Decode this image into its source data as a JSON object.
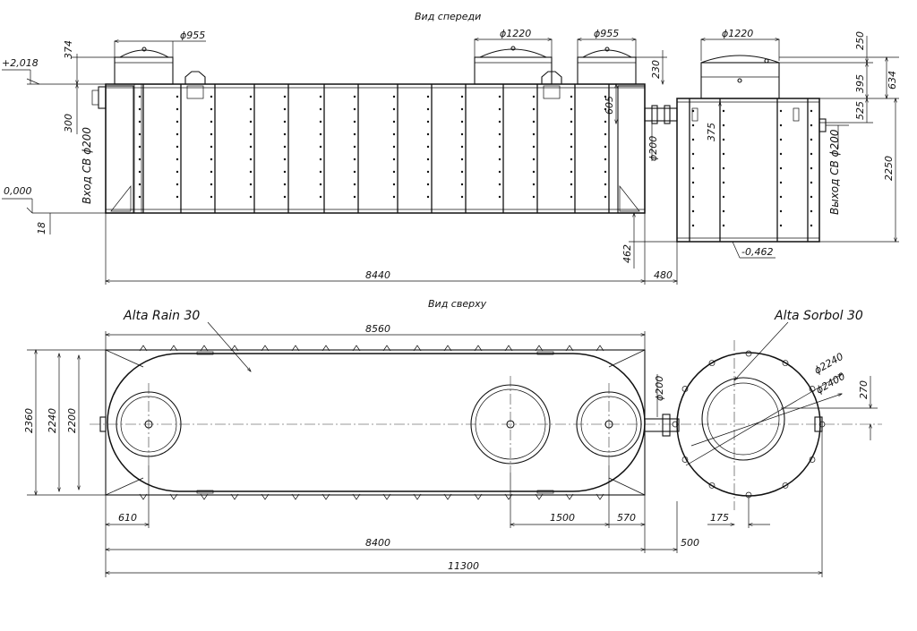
{
  "views": {
    "front": "Вид спереди",
    "top": "Вид сверху"
  },
  "products": {
    "rain": "Alta Rain 30",
    "sorbol": "Alta Sorbol 30"
  },
  "pipes": {
    "inlet": "Вход СВ ϕ200",
    "outlet": "Выход СВ ϕ200"
  },
  "levels": {
    "top": "+2,018",
    "zero": "0,000",
    "bottom": "-0,462"
  },
  "dims_front": {
    "hatch1": "ϕ955",
    "hatch2": "ϕ1220",
    "hatch3": "ϕ955",
    "hatch4": "ϕ1220",
    "h374": "374",
    "h300": "300",
    "h18": "18",
    "h230": "230",
    "h605": "605",
    "p200": "ϕ200",
    "h462": "462",
    "h375": "375",
    "h250": "250",
    "h634": "634",
    "h395": "395",
    "h525": "525",
    "h2250": "2250",
    "len8440": "8440",
    "gap480": "480"
  },
  "dims_top": {
    "len8560": "8560",
    "w2360": "2360",
    "w2240": "2240",
    "w2200": "2200",
    "d610": "610",
    "d1500": "1500",
    "d570": "570",
    "len8400": "8400",
    "gap500": "500",
    "total11300": "11300",
    "p200": "ϕ200",
    "d2240": "ϕ2240",
    "d2400": "ϕ2400",
    "o270": "270",
    "o175": "175"
  }
}
